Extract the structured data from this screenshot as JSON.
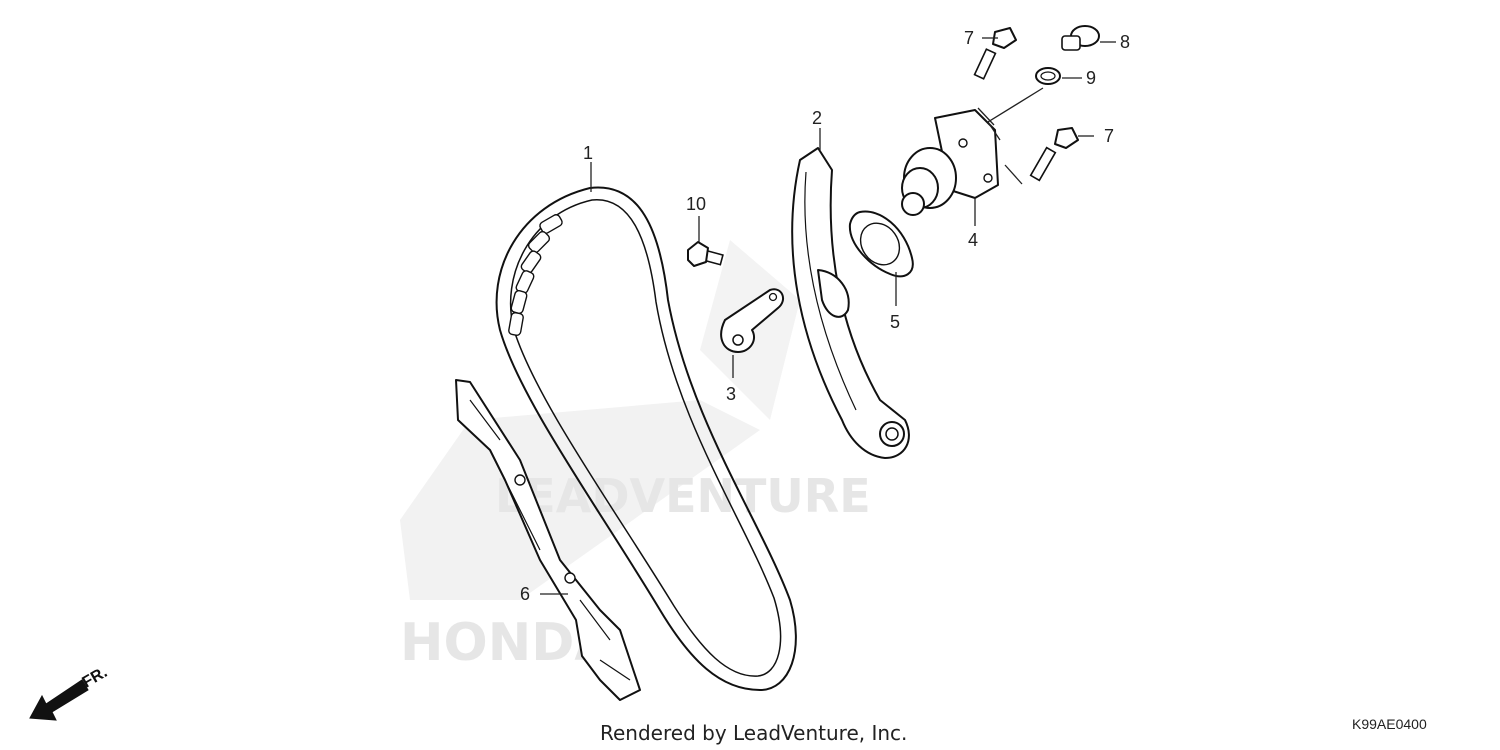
{
  "diagram": {
    "callouts": [
      {
        "id": "c1",
        "text": "1"
      },
      {
        "id": "c2",
        "text": "2"
      },
      {
        "id": "c3",
        "text": "3"
      },
      {
        "id": "c4",
        "text": "4"
      },
      {
        "id": "c5",
        "text": "5"
      },
      {
        "id": "c6",
        "text": "6"
      },
      {
        "id": "c7a",
        "text": "7"
      },
      {
        "id": "c7b",
        "text": "7"
      },
      {
        "id": "c8",
        "text": "8"
      },
      {
        "id": "c9",
        "text": "9"
      },
      {
        "id": "c10",
        "text": "10"
      }
    ],
    "direction_label": "FR.",
    "footer_text": "Rendered by LeadVenture, Inc.",
    "diagram_code": "K99AE0400",
    "watermark_text": "LEADVENTURE",
    "watermark_brand": "HONDA"
  }
}
